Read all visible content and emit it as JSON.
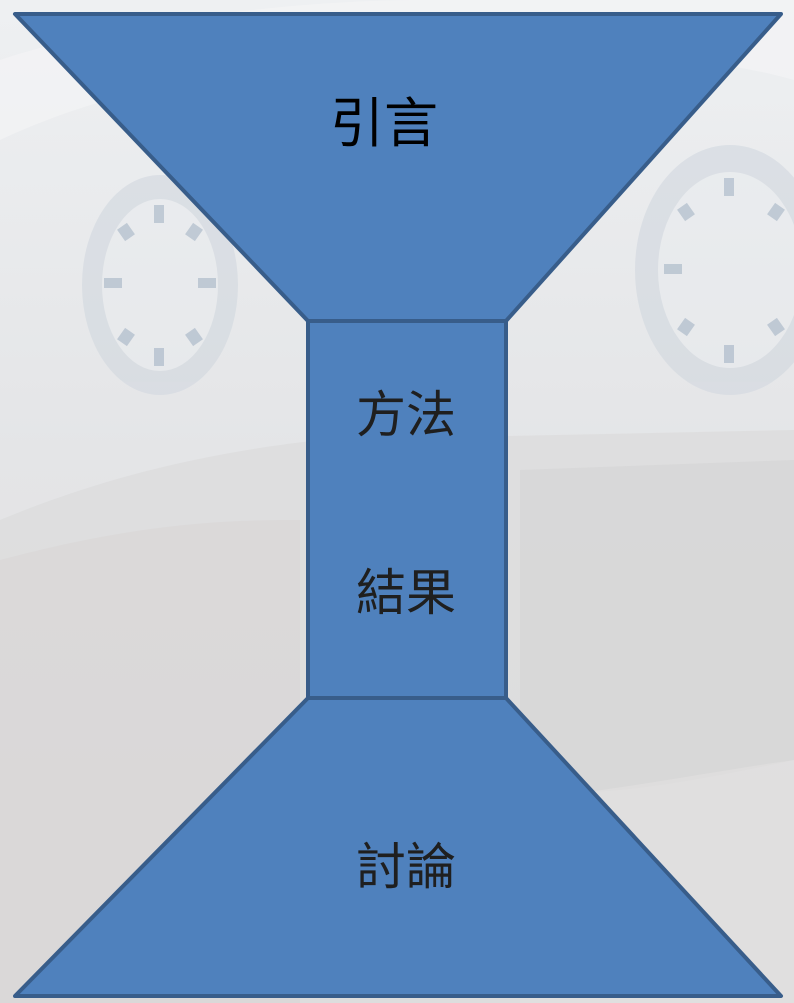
{
  "diagram": {
    "sections": {
      "intro": "引言",
      "method": "方法",
      "result": "結果",
      "discussion": "討論"
    }
  },
  "colors": {
    "shape_fill": "#4f81bd",
    "shape_stroke": "#385d8a",
    "label_top": "#000000",
    "label_body": "#1f1f1f",
    "background": "#e6e6e6",
    "background_dial": "#c7cfd8"
  }
}
